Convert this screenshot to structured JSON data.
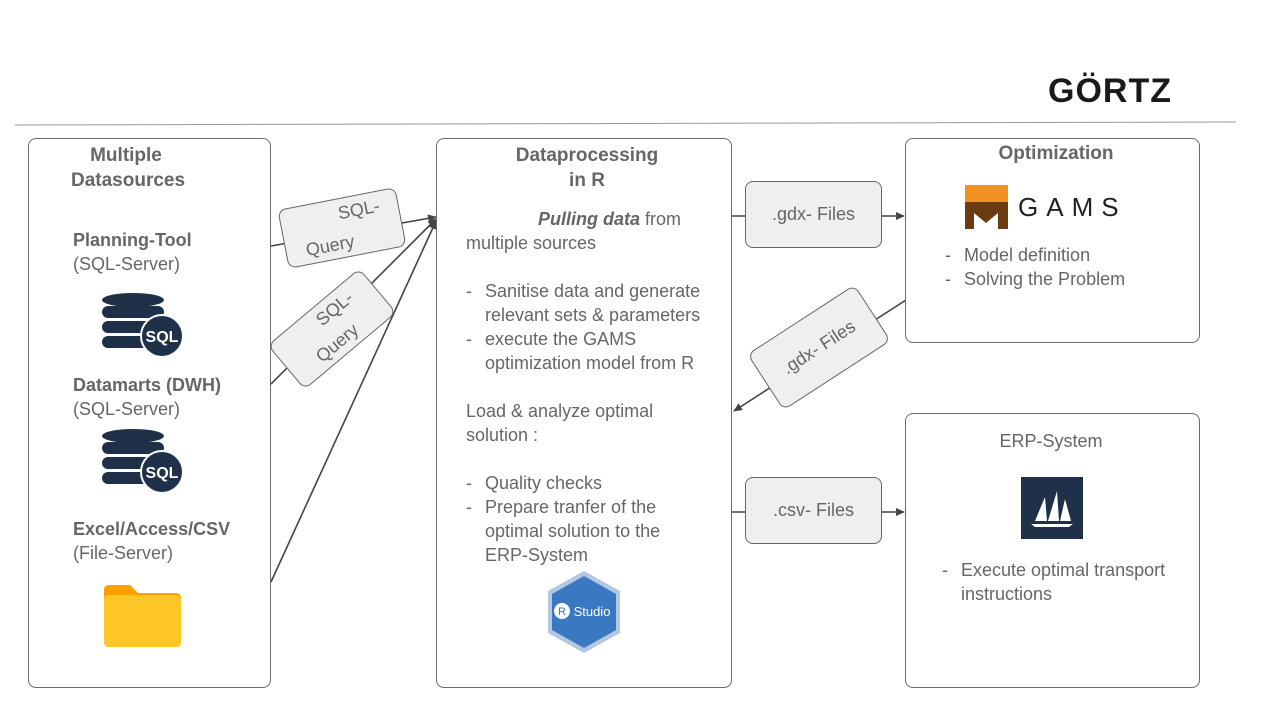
{
  "brand": {
    "logo_text": "GÖRTZ"
  },
  "sources": {
    "title": "Multiple Datasources",
    "items": [
      {
        "name": "Planning-Tool",
        "server": "(SQL-Server)",
        "icon": "sql-database-icon"
      },
      {
        "name": "Datamarts (DWH)",
        "server": "(SQL-Server)",
        "icon": "sql-database-icon"
      },
      {
        "name": "Excel/Access/CSV",
        "server": "(File-Server)",
        "icon": "folder-icon"
      }
    ],
    "db_icon_text": "SQL"
  },
  "queries": [
    {
      "line1": "SQL-",
      "line2": "Query"
    },
    {
      "line1": "SQL-",
      "line2": "Query"
    }
  ],
  "processing": {
    "title_line1": "Dataprocessing",
    "title_line2": "in R",
    "pulling_emph": "Pulling data",
    "pulling_rest": " from multiple sources",
    "steps": [
      "Sanitise data and generate relevant sets & parameters",
      "execute the GAMS optimization model from R"
    ],
    "load_text": "Load & analyze optimal solution :",
    "checks": [
      "Quality checks",
      "Prepare tranfer of the optimal solution to the ERP-System"
    ],
    "rstudio_label": "Studio",
    "rstudio_r": "R"
  },
  "files": {
    "gdx_to": ".gdx- Files",
    "gdx_back": ".gdx- Files",
    "csv": ".csv- Files"
  },
  "optimization": {
    "title": "Optimization",
    "gams_text": "GAMS",
    "items": [
      "Model definition",
      "Solving the Problem"
    ]
  },
  "erp": {
    "title": "ERP-System",
    "items": [
      "Execute optimal transport instructions"
    ]
  },
  "colors": {
    "gams_orange": "#f29222",
    "gams_brown": "#6b3b12",
    "navy": "#1f3149",
    "folder": "#ffc628",
    "rstudio_blue": "#3b78c2"
  }
}
